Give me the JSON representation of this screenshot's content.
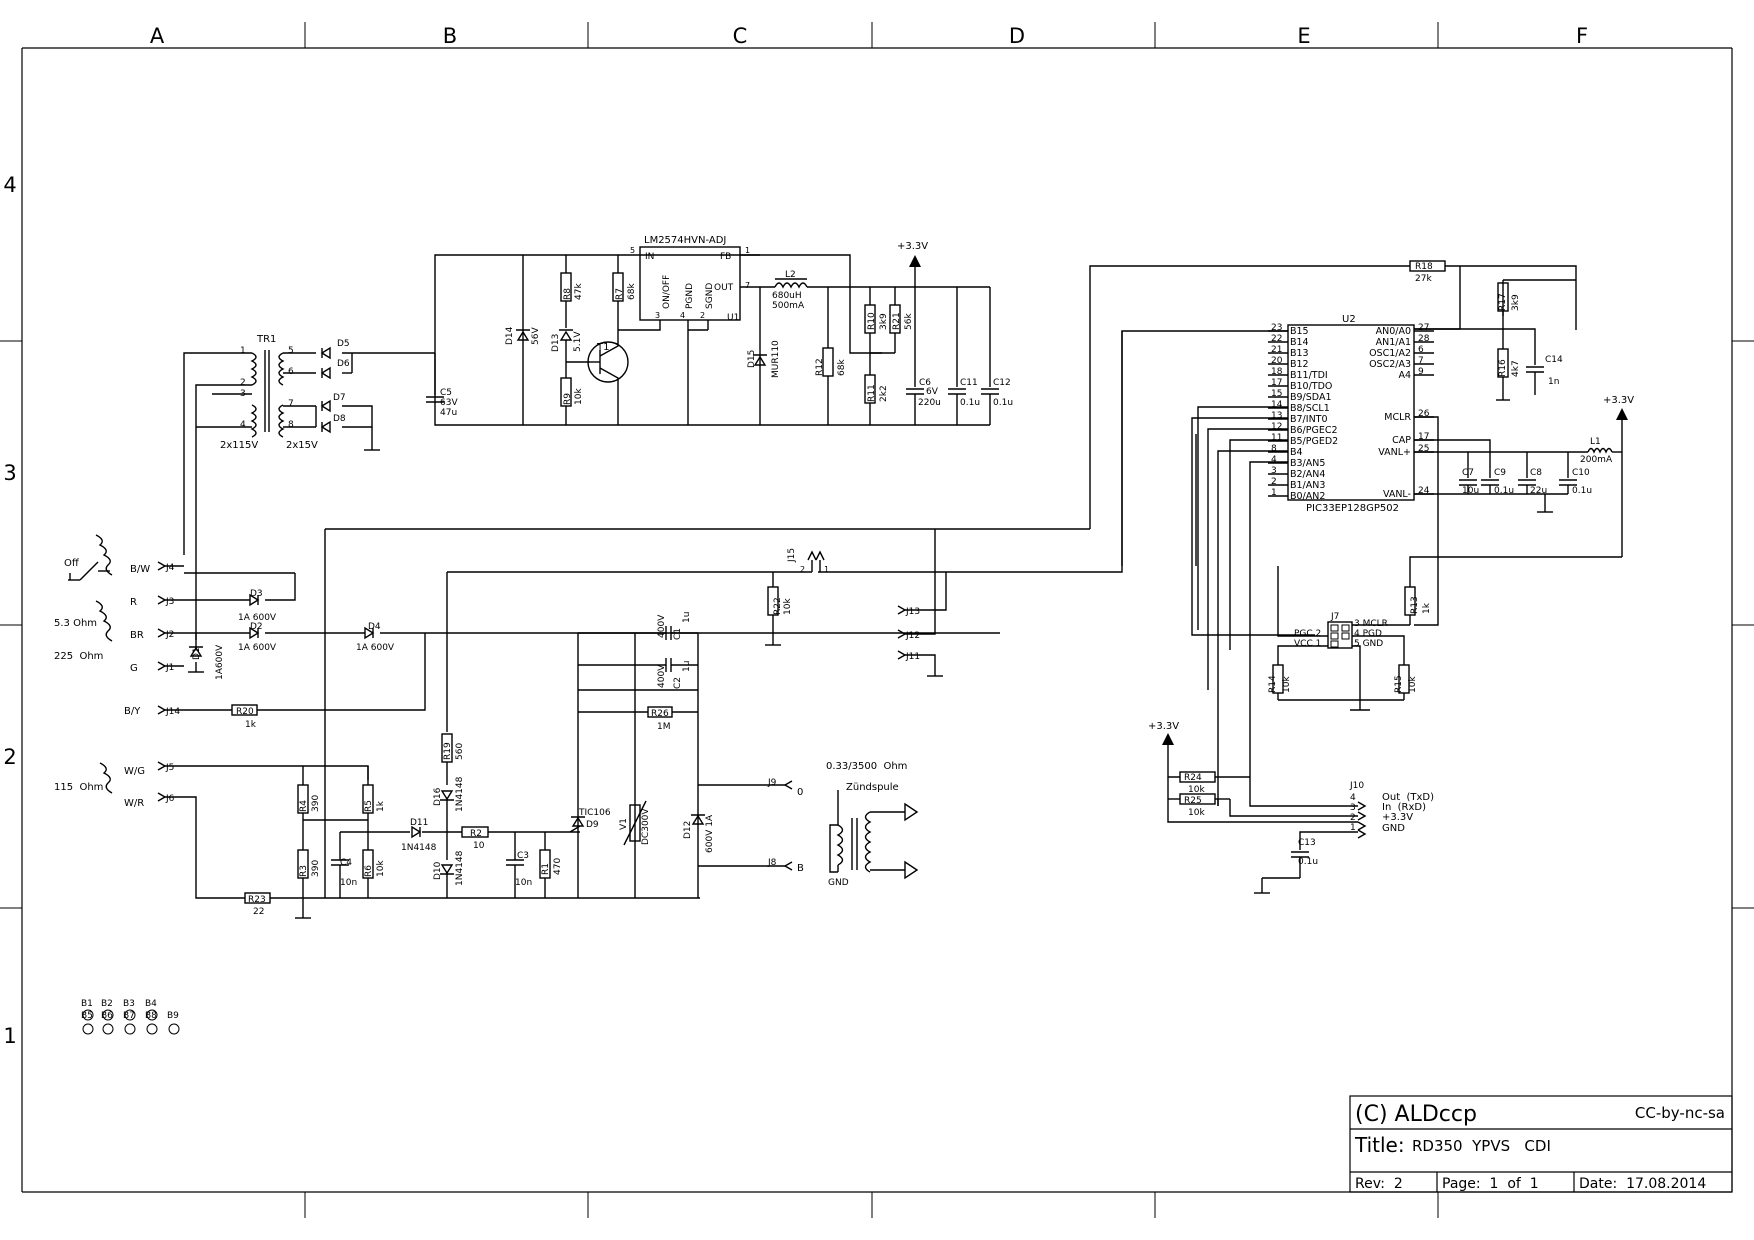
{
  "columns": [
    "A",
    "B",
    "C",
    "D",
    "E",
    "F"
  ],
  "rows": [
    "4",
    "3",
    "2",
    "1"
  ],
  "title_block": {
    "copyright": "(C) ALDccp",
    "license": "CC-by-nc-sa",
    "title_label": "Title:",
    "title_value": "RD350  YPVS   CDI",
    "rev": "Rev:  2",
    "page": "Page:  1  of  1",
    "date": "Date:  17.08.2014"
  },
  "power_supply": {
    "regulator_name": "LM2574HVN-ADJ",
    "regulator_ref": "U1",
    "pin_in": "IN",
    "pin_fb": "FB",
    "pin_onoff": "ON/OFF",
    "pin_pgnd": "PGND",
    "pin_sgnd": "SGND",
    "pin_out": "OUT",
    "n5": "5",
    "n1": "1",
    "n7": "7",
    "n3": "3",
    "n4": "4",
    "n2": "2",
    "transformer_ref": "TR1",
    "tr_pins": [
      "1",
      "2",
      "3",
      "4",
      "5",
      "6",
      "7",
      "8"
    ],
    "tr_primary": "2x115V",
    "tr_secondary": "2x15V",
    "diodes": [
      "D5",
      "D6",
      "D7",
      "D8"
    ],
    "c5": "C5",
    "c5_v": "63V",
    "c5_c": "47u",
    "d14": "D14",
    "d14_v": "56V",
    "r8": "R8",
    "r8_v": "47k",
    "d13": "D13",
    "d13_v": "5.1V",
    "r9": "R9",
    "r9_v": "10k",
    "r7": "R7",
    "r7_v": "68k",
    "t1": "T1",
    "d15": "D15",
    "d15_v": "MUR110",
    "l2": "L2",
    "l2_v1": "680uH",
    "l2_v2": "500mA",
    "r12": "R12",
    "r12_v": "68k",
    "r10": "R10",
    "r10_v": "3k9",
    "r21": "R21",
    "r21_v": "56k",
    "r11": "R11",
    "r11_v": "2k2",
    "c6": "C6",
    "c6_v1": "6V",
    "c6_v2": "220u",
    "c11": "C11",
    "c11_v": "0.1u",
    "c12": "C12",
    "c12_v": "0.1u",
    "vcc": "+3.3V"
  },
  "mcu": {
    "ref": "U2",
    "part": "PIC33EP128GP502",
    "left_pins": [
      {
        "n": "23",
        "l": "B15"
      },
      {
        "n": "22",
        "l": "B14"
      },
      {
        "n": "21",
        "l": "B13"
      },
      {
        "n": "20",
        "l": "B12"
      },
      {
        "n": "18",
        "l": "B11/TDI"
      },
      {
        "n": "17",
        "l": "B10/TDO"
      },
      {
        "n": "15",
        "l": "B9/SDA1"
      },
      {
        "n": "14",
        "l": "B8/SCL1"
      },
      {
        "n": "13",
        "l": "B7/INT0"
      },
      {
        "n": "12",
        "l": "B6/PGEC2"
      },
      {
        "n": "11",
        "l": "B5/PGED2"
      },
      {
        "n": "8",
        "l": "B4"
      },
      {
        "n": "4",
        "l": "B3/AN5"
      },
      {
        "n": "3",
        "l": "B2/AN4"
      },
      {
        "n": "2",
        "l": "B1/AN3"
      },
      {
        "n": "1",
        "l": "B0/AN2"
      }
    ],
    "right_pins": [
      {
        "n": "27",
        "l": "AN0/A0"
      },
      {
        "n": "28",
        "l": "AN1/A1"
      },
      {
        "n": "6",
        "l": "OSC1/A2"
      },
      {
        "n": "7",
        "l": "OSC2/A3"
      },
      {
        "n": "9",
        "l": "A4"
      },
      {
        "n": "26",
        "l": "MCLR"
      },
      {
        "n": "17",
        "l": "CAP"
      },
      {
        "n": "25",
        "l": "VANL+"
      },
      {
        "n": "24",
        "l": "VANL-"
      }
    ],
    "r18": "R18",
    "r18_v": "27k",
    "r17": "R17",
    "r17_v": "3k9",
    "r16": "R16",
    "r16_v": "4k7",
    "c14": "C14",
    "c14_v": "1n",
    "vcc": "+3.3V",
    "l1": "L1",
    "l1_v": "200mA",
    "c7": "C7",
    "c7_v": "10u",
    "c9": "C9",
    "c9_v": "0.1u",
    "c8": "C8",
    "c8_v": "22u",
    "c10": "C10",
    "c10_v": "0.1u"
  },
  "programming": {
    "r13": "R13",
    "r13_v": "1k",
    "j7": "J7",
    "pgc": "PGC 2",
    "vcc": "VCC 1",
    "p3": "3 MCLR",
    "p4": "4 PGD",
    "p5": "5 GND",
    "r14": "R14",
    "r14_v": "10k",
    "r15": "R15",
    "r15_v": "10k"
  },
  "serial": {
    "vcc": "+3.3V",
    "r24": "R24",
    "r24_v": "10k",
    "r25": "R25",
    "r25_v": "10k",
    "j10": "J10",
    "pins": [
      "4",
      "3",
      "2",
      "1"
    ],
    "labels": [
      "Out  (TxD)",
      "In  (RxD)",
      "+3.3V",
      "GND"
    ],
    "c13": "C13",
    "c13_v": "0.1u"
  },
  "inputs": {
    "switch": "Off",
    "bw": "B/W",
    "j4": "J4",
    "r": "R",
    "j3": "J3",
    "br": "BR",
    "j2": "J2",
    "g": "G",
    "j1": "J1",
    "ohm53": "5.3 Ohm",
    "ohm225": "225  Ohm",
    "by": "B/Y",
    "j14": "J14",
    "wg": "W/G",
    "j5": "J5",
    "wr": "W/R",
    "j6": "J6",
    "ohm115": "115  Ohm",
    "d3": "D3",
    "d3_v": "1A 600V",
    "d2": "D2",
    "d2_v": "1A 600V",
    "d1": "D1",
    "d1_v": "1A600V",
    "d4": "D4",
    "d4_v": "1A 600V",
    "r20": "R20",
    "r20_v": "1k"
  },
  "ignition": {
    "j15": "J15",
    "j15_p1": "1",
    "j15_p2": "2",
    "r22": "R22",
    "r22_v": "10k",
    "j13": "J13",
    "j12": "J12",
    "j11": "J11",
    "c1": "C1",
    "c1_v1": "400V",
    "c1_v2": "1u",
    "c2": "C2",
    "c2_v1": "400V",
    "c2_v2": "1u",
    "r26": "R26",
    "r26_v": "1M",
    "r19": "R19",
    "r19_v": "560",
    "d16": "D16",
    "d16_v": "1N4148",
    "d11": "D11",
    "d11_v": "1N4148",
    "d10": "D10",
    "d10_v": "1N4148",
    "r2": "R2",
    "r2_v": "10",
    "c3": "C3",
    "c3_v": "10n",
    "r1": "R1",
    "r1_v": "470",
    "d9": "TIC106",
    "d9_ref": "D9",
    "v1": "V1",
    "v1_v": "DC300V",
    "d12": "D12",
    "d12_v": "600V 1A",
    "r4": "R4",
    "r4_v": "390",
    "r5": "R5",
    "r5_v": "1k",
    "r3": "R3",
    "r3_v": "390",
    "c4": "C4",
    "c4_v": "10n",
    "r6": "R6",
    "r6_v": "10k",
    "r23": "R23",
    "r23_v": "22",
    "j9": "J9",
    "j9_l": "0",
    "j8": "J8",
    "j8_l": "B",
    "coil_ohm": "0.33/3500  Ohm",
    "coil_name": "Zündspule",
    "coil_gnd": "GND"
  },
  "holes": [
    "B1",
    "B2",
    "B3",
    "B4",
    "B5",
    "B6",
    "B7",
    "B8",
    "B9"
  ]
}
